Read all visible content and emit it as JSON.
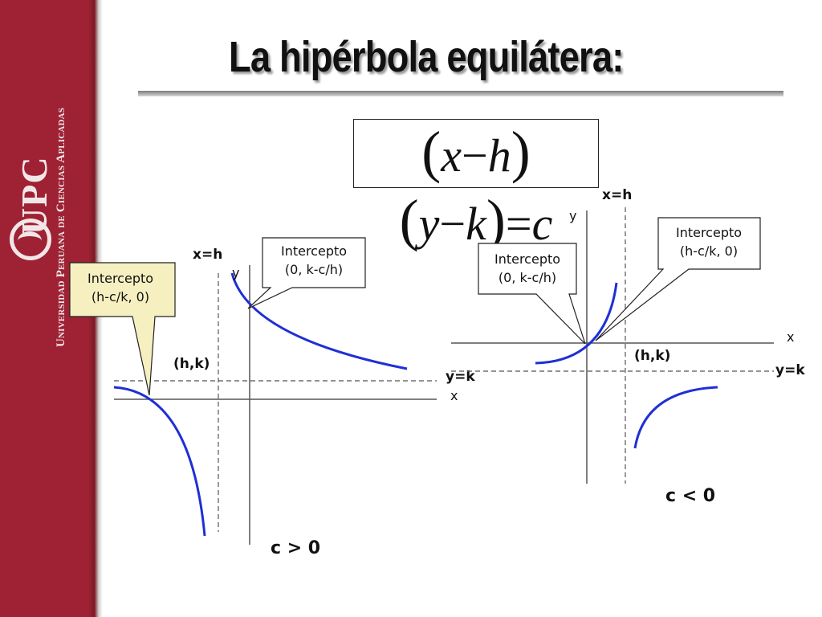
{
  "sidebar": {
    "logo_text": "UPC",
    "university_name": "Universidad Peruana de Ciencias Aplicadas"
  },
  "slide": {
    "title": "La hipérbola equilátera:",
    "formula": {
      "x": "x",
      "h": "h",
      "y": "y",
      "k": "k",
      "c": "c",
      "minus": "−",
      "equals": "=",
      "open_paren": "(",
      "close_paren": ")"
    }
  },
  "left_graph": {
    "vertical_asymptote": "x=h",
    "horizontal_asymptote": "y=k",
    "y_axis": "y",
    "x_axis": "x",
    "center": "(h,k)",
    "callout_x_intercept": {
      "line1": "Intercepto",
      "line2": "(h-c/k, 0)"
    },
    "callout_y_intercept": {
      "line1": "Intercepto",
      "line2": "(0, k-c/h)"
    },
    "condition": "c > 0"
  },
  "right_graph": {
    "vertical_asymptote": "x=h",
    "horizontal_asymptote": "y=k",
    "y_axis": "y",
    "x_axis": "x",
    "center": "(h,k)",
    "callout_x_intercept": {
      "line1": "Intercepto",
      "line2": "(h-c/k, 0)"
    },
    "callout_y_intercept": {
      "line1": "Intercepto",
      "line2": "(0, k-c/h)"
    },
    "condition": "c < 0"
  },
  "colors": {
    "brand": "#9e2233",
    "curve": "#1f2fd6",
    "callout_fill": "#f6f0c0"
  }
}
